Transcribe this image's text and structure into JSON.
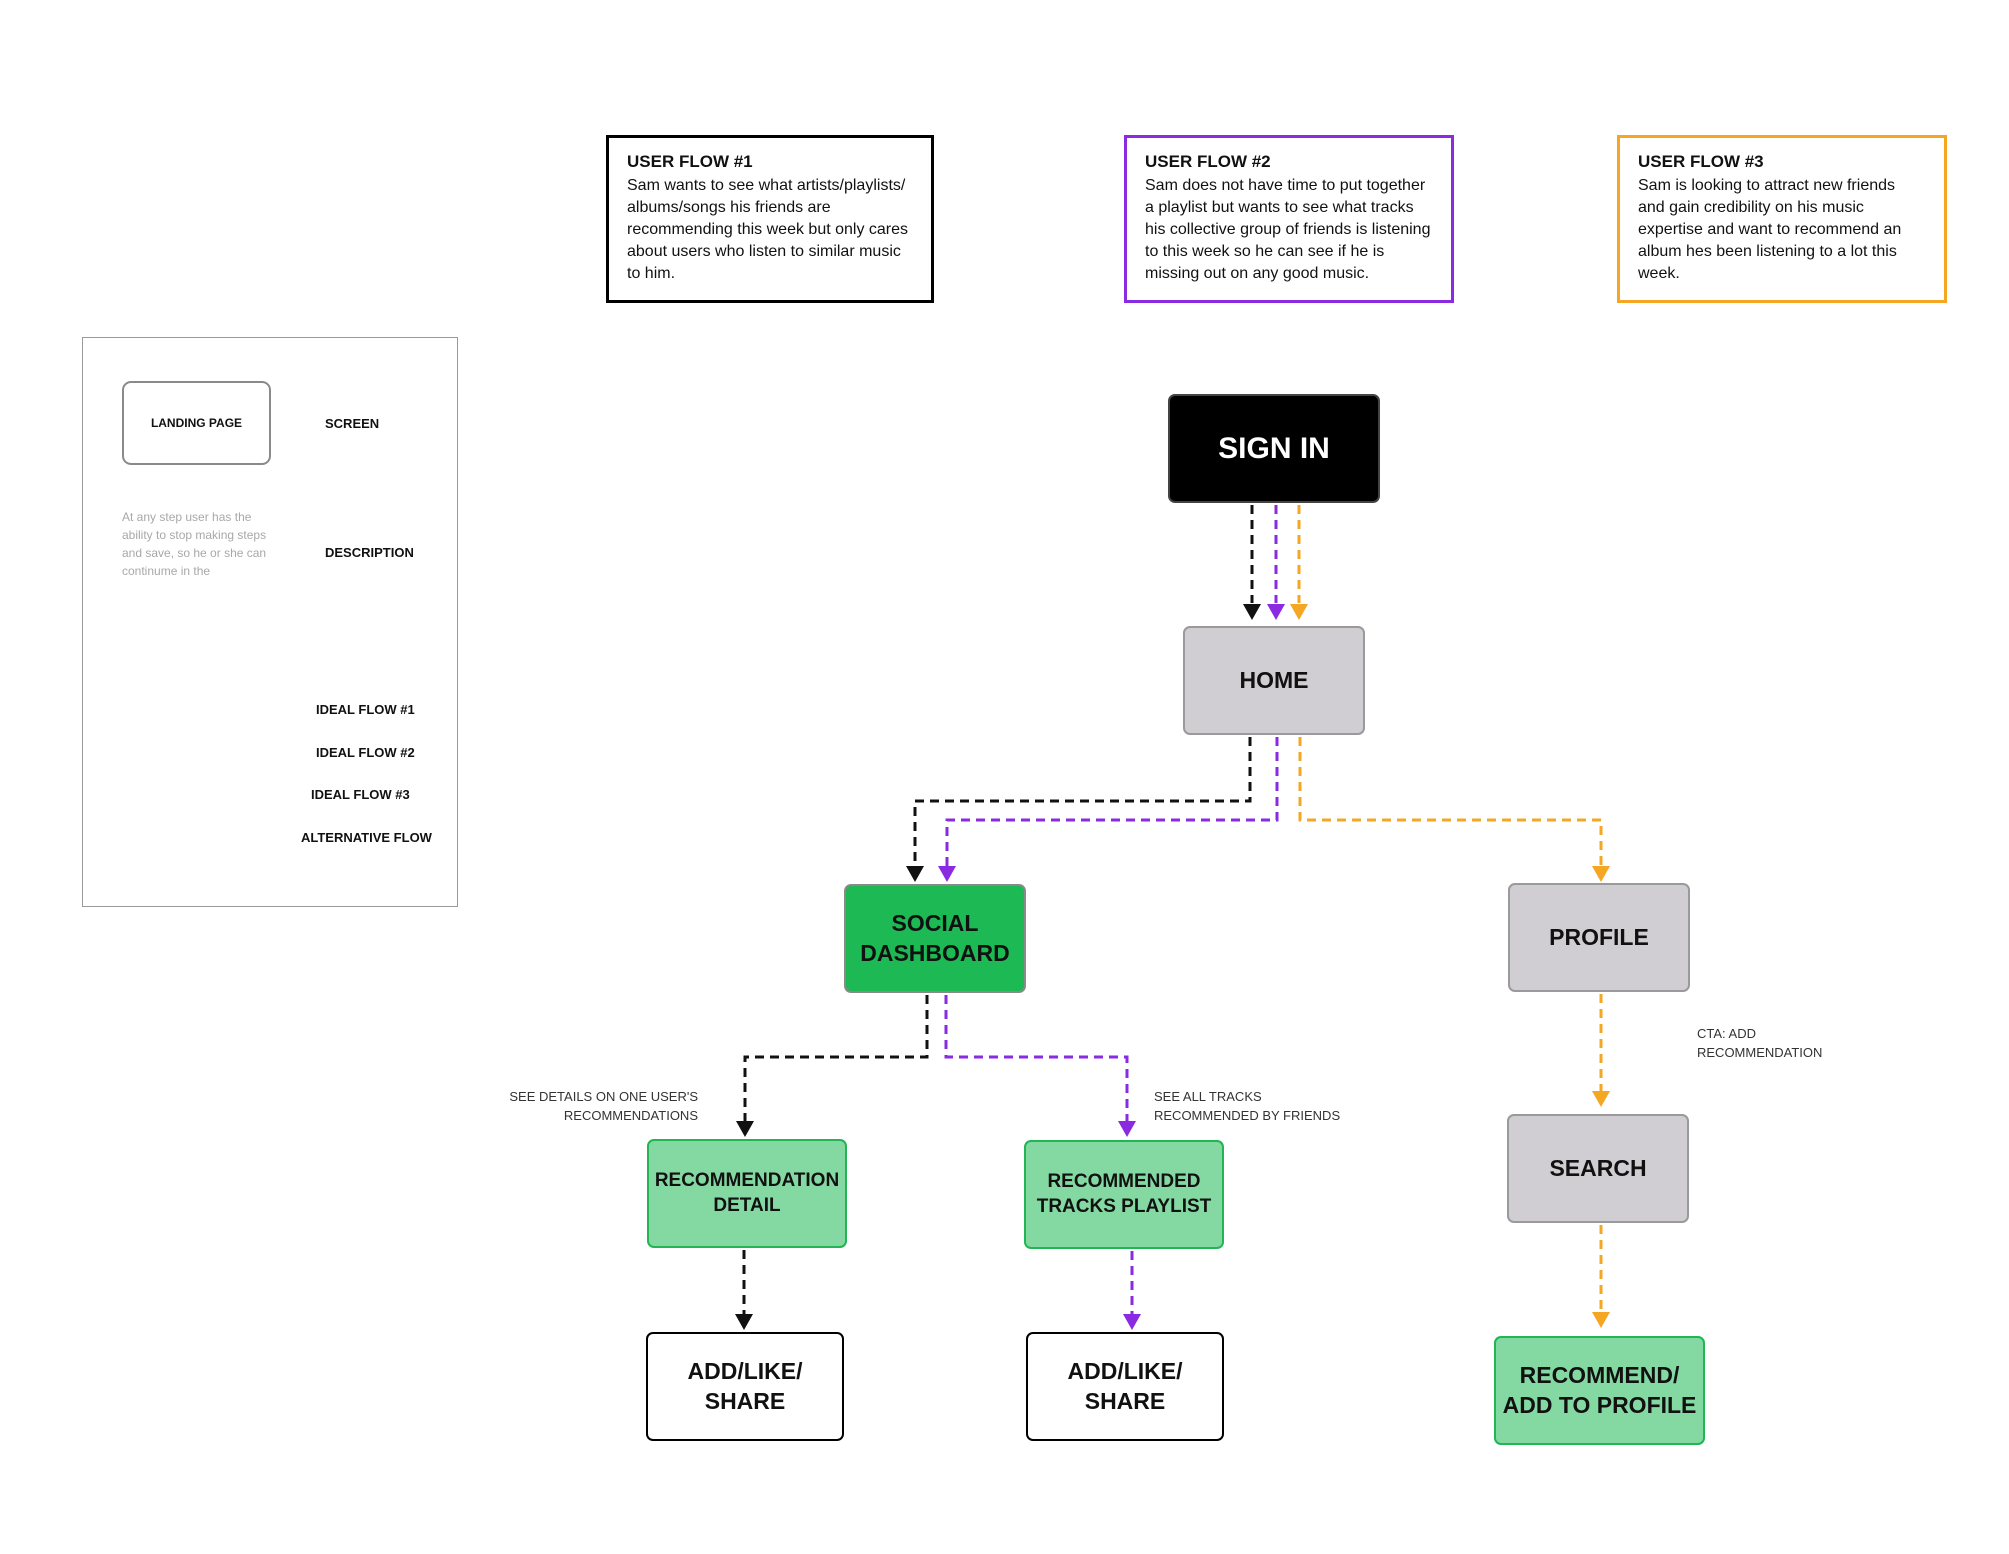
{
  "flow_cards": {
    "one": {
      "title": "USER FLOW #1",
      "text": "Sam wants to see what artists/playlists/ albums/songs his friends are recommending this week but only cares about users who listen to similar music to him.",
      "border_color": "#000000"
    },
    "two": {
      "title": "USER FLOW #2",
      "text": "Sam does not have time to put together a playlist but wants to see what tracks his collective group of friends is listening to this week so he can see if he is missing out on any good music.",
      "border_color": "#8a2be2"
    },
    "three": {
      "title": "USER FLOW #3",
      "text": "Sam is looking to attract new friends and gain credibility on his music expertise and want to recommend an album hes been listening to a lot this week.",
      "border_color": "#f5a623"
    }
  },
  "legend": {
    "screen_example": "LANDING PAGE",
    "screen_label": "SCREEN",
    "description_example": "At any step user has the ability to stop making steps and save, so he or she can continume in the",
    "description_label": "DESCRIPTION",
    "flow_keys": [
      {
        "label": "IDEAL FLOW #1",
        "color": "#111111"
      },
      {
        "label": "IDEAL FLOW #2",
        "color": "#8a2be2"
      },
      {
        "label": "IDEAL FLOW #3",
        "color": "#f5a623"
      },
      {
        "label": "ALTERNATIVE FLOW",
        "color": "#7ed321"
      }
    ]
  },
  "nodes": {
    "sign_in": "SIGN IN",
    "home": "HOME",
    "social_dashboard": "SOCIAL\nDASHBOARD",
    "profile": "PROFILE",
    "recommendation_detail": "RECOMMENDATION\nDETAIL",
    "recommended_tracks_playlist": "RECOMMENDED\nTRACKS PLAYLIST",
    "search": "SEARCH",
    "add_like_share_1": "ADD/LIKE/\nSHARE",
    "add_like_share_2": "ADD/LIKE/\nSHARE",
    "recommend_add_to_profile": "RECOMMEND/\nADD TO PROFILE"
  },
  "notes": {
    "see_details": "SEE DETAILS ON ONE USER'S\nRECOMMENDATIONS",
    "see_all_tracks": "SEE ALL TRACKS\nRECOMMENDED BY FRIENDS",
    "cta": "CTA: ADD\nRECOMMENDATION"
  },
  "colors": {
    "flow1": "#111111",
    "flow2": "#8a2be2",
    "flow3": "#f5a623",
    "alternative": "#7ed321",
    "node_black": "#000000",
    "node_grey": "#d0ced3",
    "node_green_dark": "#1db954",
    "node_green_light": "#84d9a2"
  }
}
